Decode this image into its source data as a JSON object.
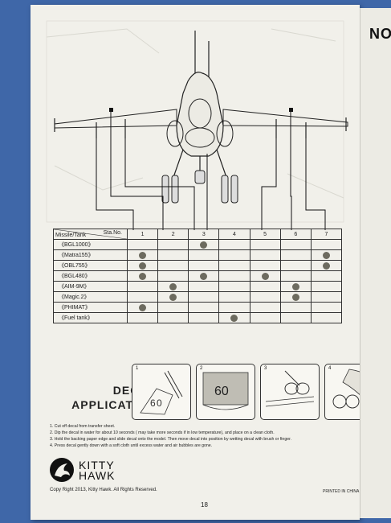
{
  "next_page_title": "NO",
  "table": {
    "header_station": "Sta.No.",
    "header_missile": "Missile/Tank",
    "stations": [
      "1",
      "2",
      "3",
      "4",
      "5",
      "6",
      "7"
    ],
    "rows": [
      {
        "name": "《BGL1000》",
        "marks": [
          3
        ]
      },
      {
        "name": "《Matra155》",
        "marks": [
          1,
          7
        ]
      },
      {
        "name": "《OBL755》",
        "marks": [
          1,
          7
        ]
      },
      {
        "name": "《BGL480》",
        "marks": [
          1,
          3,
          5
        ]
      },
      {
        "name": "《AIM-9M》",
        "marks": [
          2,
          6
        ]
      },
      {
        "name": "《Magic.2》",
        "marks": [
          2,
          6
        ]
      },
      {
        "name": "《PHIMAT》",
        "marks": [
          1
        ]
      },
      {
        "name": "《Fuel tank》",
        "marks": [
          4
        ]
      }
    ]
  },
  "decal": {
    "title_line1": "DECAL",
    "title_line2": "APPLICATION",
    "step_numbers": [
      "1",
      "2",
      "3",
      "4"
    ],
    "instructions": [
      "1. Cut off decal from transfer sheet.",
      "2. Dip the decal in water for about 10 seconds ( may take more seconds if in low temperature), and place on a clean cloth.",
      "3. Hold the backing paper edge and slide decal onto the model. Then move decal into position by wetting decal with brush or finger.",
      "4. Press decal gently down with a soft cloth until excess water and air bubbles are gone."
    ]
  },
  "brand": {
    "line1": "KITTY",
    "line2": "HAWK"
  },
  "copyright": "Copy Right 2013, Kitty Hawk. All Rights Reserved.",
  "printed": "PRINTED IN CHINA",
  "page_number": "18"
}
